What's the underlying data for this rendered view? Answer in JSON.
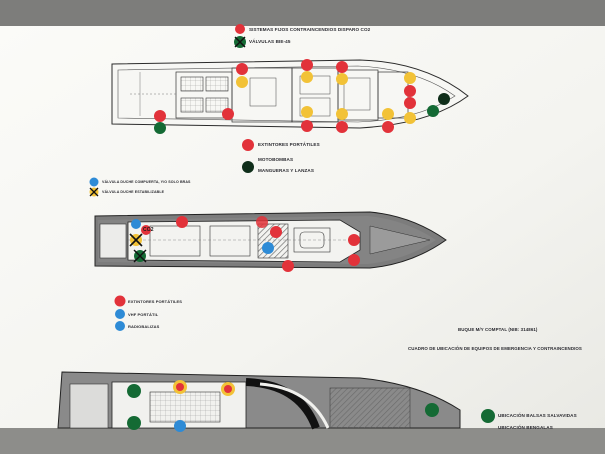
{
  "colors": {
    "red": "#e2323a",
    "yellow": "#f2c237",
    "green": "#146a34",
    "dark_green": "#0f2e1a",
    "blue": "#2e8bd6",
    "paper": "#f5f5f1"
  },
  "top_legend": {
    "item1": "SISTEMAS FIJOS CONTRAINCENDIOS DISPARO CO2",
    "item2": "VÁLVULAS BIE-45"
  },
  "deck1_legend": {
    "item1": "EXTINTORES PORTÁTILES",
    "item2": "MOTOBOMBAS",
    "item3": "MANGUERAS Y LANZAS"
  },
  "deck2_legend_top": {
    "item1": "VÁLVULA DUCHE COMPUERTA, Y/O SOLO BRAS",
    "item2": "VÁLVULA DUCHE ESTABILIZABLE"
  },
  "deck2_legend_bottom": {
    "item1": "EXTINTORES PORTÁTILES",
    "item2": "VHF PORTÁTIL",
    "item3": "RADIOBALIZAS"
  },
  "deck2_label": "CO2",
  "title_block": {
    "line1": "BUQUE M/Y COMPTAL (NIB: 314861)",
    "line2": "CUADRO DE UBICACIÓN DE EQUIPOS DE EMERGENCIA Y CONTRAINCENDIOS"
  },
  "deck3_legend": {
    "item1": "UBICACIÓN BALSAS SALVAVIDAS",
    "item2": "UBICACIÓN BENGALAS"
  }
}
